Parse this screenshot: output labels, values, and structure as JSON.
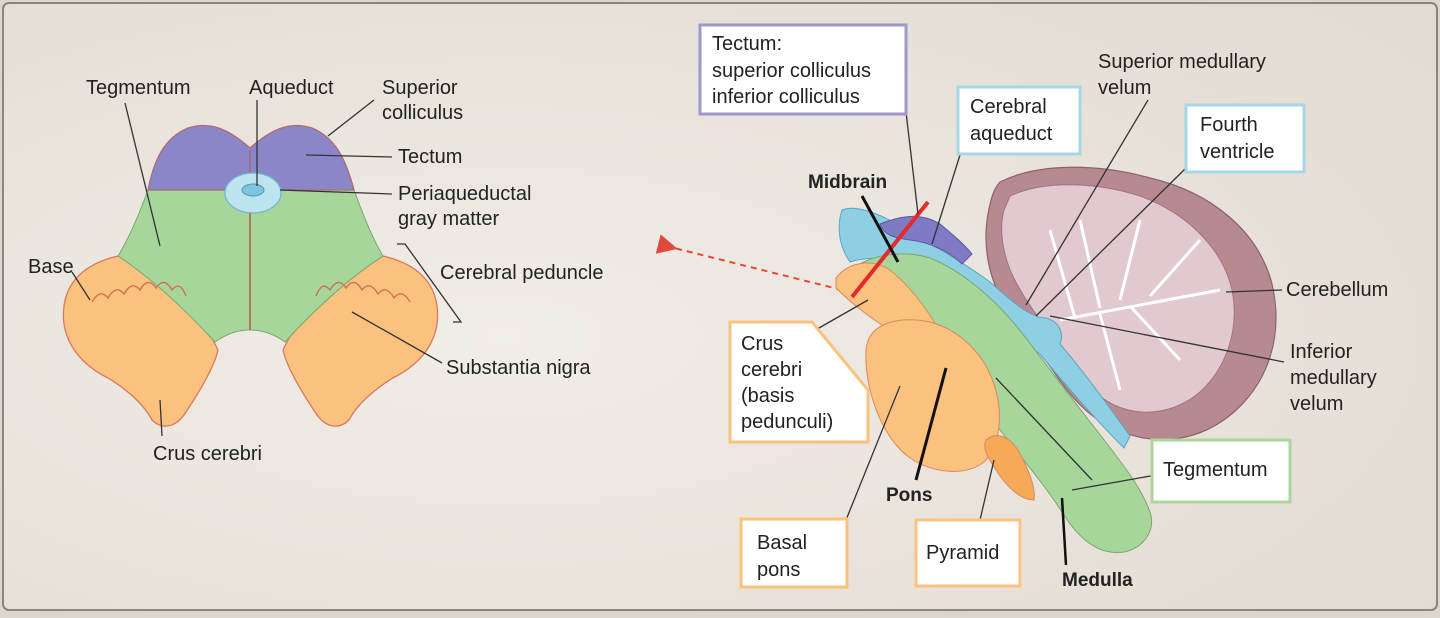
{
  "left_section": {
    "tegmentum": "Tegmentum",
    "aqueduct": "Aqueduct",
    "superior_colliculus": [
      "Superior",
      "colliculus"
    ],
    "tectum": "Tectum",
    "periaqueductal": [
      "Periaqueductal",
      "gray matter"
    ],
    "base": "Base",
    "cerebral_peduncle": "Cerebral peduncle",
    "substantia_nigra": "Substantia nigra",
    "crus_cerebri": "Crus cerebri"
  },
  "right_section": {
    "tectum_box": [
      "Tectum:",
      "superior colliculus",
      "inferior colliculus"
    ],
    "cerebral_aqueduct_box": [
      "Cerebral",
      "aqueduct"
    ],
    "superior_medullary_velum": [
      "Superior medullary",
      "velum"
    ],
    "fourth_ventricle_box": [
      "Fourth",
      "ventricle"
    ],
    "midbrain": "Midbrain",
    "cerebellum": "Cerebellum",
    "inferior_medullary_velum": [
      "Inferior",
      "medullary",
      "velum"
    ],
    "crus_cerebri_box": [
      "Crus",
      "cerebri",
      "(basis",
      "pedunculi)"
    ],
    "tegmentum_box": "Tegmentum",
    "pons": "Pons",
    "basal_pons_box": [
      "Basal",
      "pons"
    ],
    "pyramid_box": "Pyramid",
    "medulla": "Medulla"
  },
  "colors": {
    "background": "#e9e3dc",
    "tectum_purple": "#8b86c8",
    "tegmentum_green": "#a6d69a",
    "base_orange": "#fbc17f",
    "aqueduct_blue": "#8fcfe4",
    "cerebellum_pink": "#c99ea6",
    "box_purple": "#9e97cc",
    "box_blue": "#a5d7e6",
    "box_orange": "#fbc27c",
    "box_green": "#aed69c",
    "cut_line_red": "#e32b2b"
  }
}
